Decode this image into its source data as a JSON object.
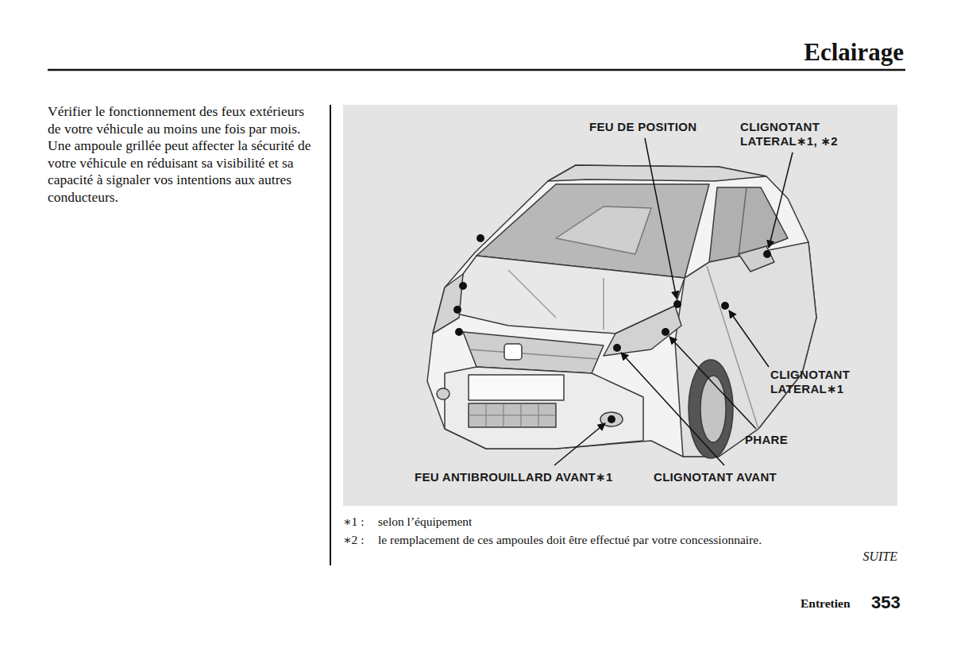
{
  "diagram": {
    "title": "Eclairage",
    "labels": [
      "Vérifier le fonctionnement des feux extérieurs de votre véhicule au moins une fois par mois. Une ampoule grillée peut affecter la sécurité de votre véhicule en réduisant sa visibilité et sa capacité à signaler vos intentions aux autres conducteurs.",
      "FEU DE POSITION",
      "CLIGNOTANT LATERAL∗1, ∗2",
      "CLIGNOTANT LATERAL∗1",
      "PHARE",
      "FEU ANTIBROUILLARD AVANT∗1",
      "CLIGNOTANT AVANT",
      "∗1 :",
      "selon l’équipement",
      "∗2 :",
      "le remplacement de ces ampoules doit être effectué par votre concessionnaire.",
      "SUITE",
      "Entretien",
      "353"
    ]
  }
}
